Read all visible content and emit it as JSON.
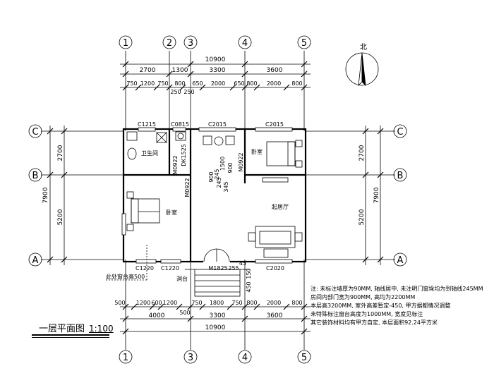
{
  "plan": {
    "title": "一层平面图",
    "scale": "1:100",
    "north": "北",
    "axes_vertical": [
      "1",
      "2",
      "3",
      "4",
      "5"
    ],
    "axes_horizontal": [
      "A",
      "B",
      "C"
    ],
    "top_dims": {
      "overall": "10900",
      "row1": [
        "2700",
        "1300",
        "3300",
        "3600"
      ],
      "row2": [
        "750",
        "1200",
        "750",
        "800",
        "650",
        "2000",
        "650",
        "800",
        "2000",
        "800"
      ],
      "extra": [
        "250",
        "250"
      ]
    },
    "bottom_dims": {
      "overall": "10900",
      "row1": [
        "4000",
        "3300",
        "3600"
      ],
      "row2": [
        "500",
        "1200",
        "600",
        "1200",
        "750",
        "1800",
        "750",
        "800",
        "2000",
        "800"
      ],
      "extra": "500"
    },
    "side_dims": {
      "left_overall": "7900",
      "left_parts": [
        "2700",
        "5200"
      ],
      "right_overall": "7900",
      "right_parts": [
        "2700",
        "5200"
      ]
    },
    "inner_dims": [
      "900",
      "245",
      "1500",
      "245",
      "900",
      "345"
    ],
    "openings": {
      "c1215": "C1215",
      "c0815": "C0815",
      "c2015_a": "C2015",
      "c2015_b": "C2015",
      "c1220_a": "C1220",
      "c1220_b": "C1220",
      "c2020": "C2020",
      "m1825": "M1825",
      "m0922_a": "M0922",
      "m0922_b": "M0922",
      "m0922_c": "M0922",
      "dk1525": "DK1525",
      "d255": "255",
      "d45": "45",
      "d150": "150",
      "d450": "450"
    },
    "rooms": {
      "bath": "卫生间",
      "bed_left": "卧室",
      "bed_right": "卧室",
      "living": "起居厅"
    },
    "porch": "洞台",
    "window_note": "此处窗台高500"
  },
  "notes": [
    "注: 未标注墙厚为90MM, 轴线居中, 未注明门窗垛均为到轴线245MM",
    "房间内部门宽为900MM, 高均为2200MM",
    "本层高3200MM, 室外高差暂定-450, 甲方据都情况调整",
    "未特殊标注窗台高度为1000MM, 宽度见标注",
    "其它装饰材料均有甲方自定, 本层面积92.24平方米"
  ]
}
